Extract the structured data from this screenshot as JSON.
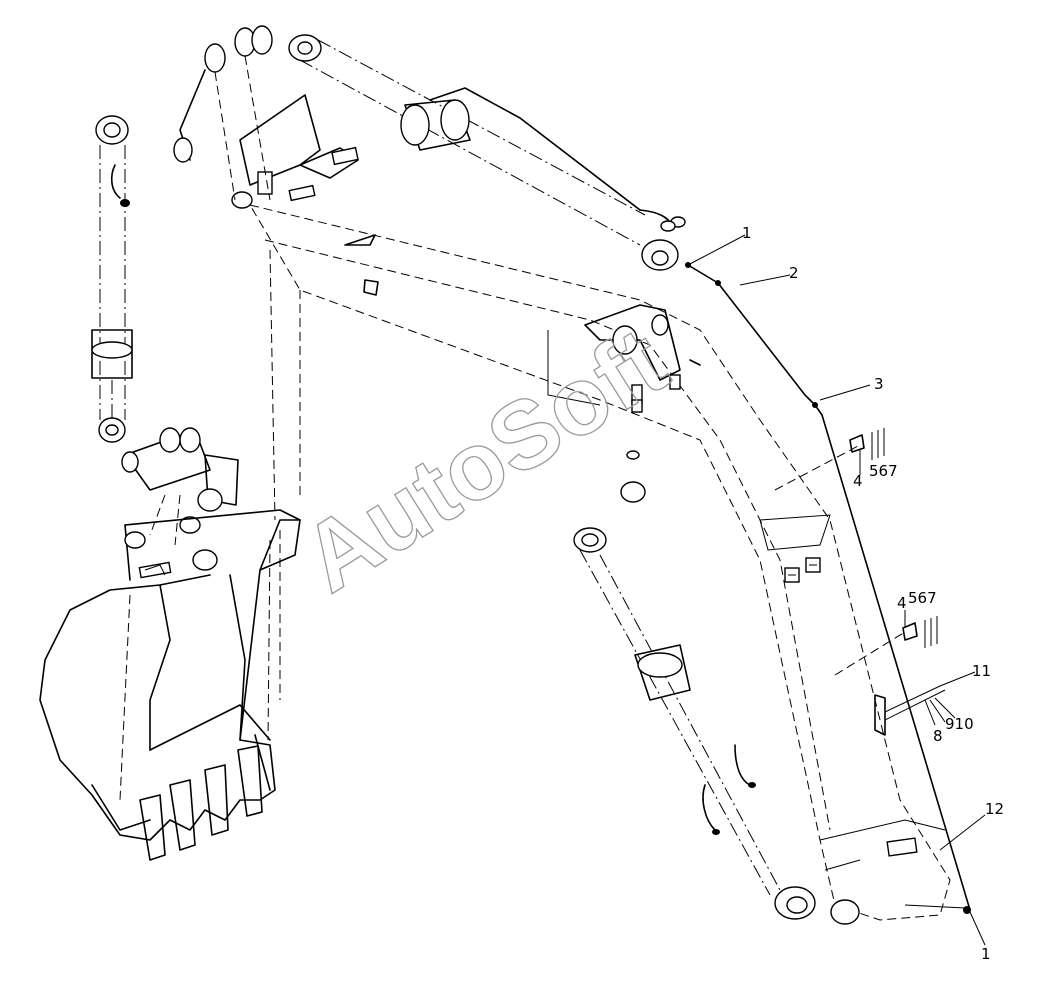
{
  "watermark": "AutoSoft",
  "colors": {
    "background": "#ffffff",
    "line": "#000000",
    "watermark": "#9a9a9a"
  },
  "callouts": {
    "c1_top": "1",
    "c2": "2",
    "c3": "3",
    "c4_upper": "4",
    "c567_upper": "567",
    "c4_lower": "4",
    "c567_lower": "567",
    "c11": "11",
    "c8": "8",
    "c910": "910",
    "c12": "12",
    "c1_bottom": "1"
  }
}
